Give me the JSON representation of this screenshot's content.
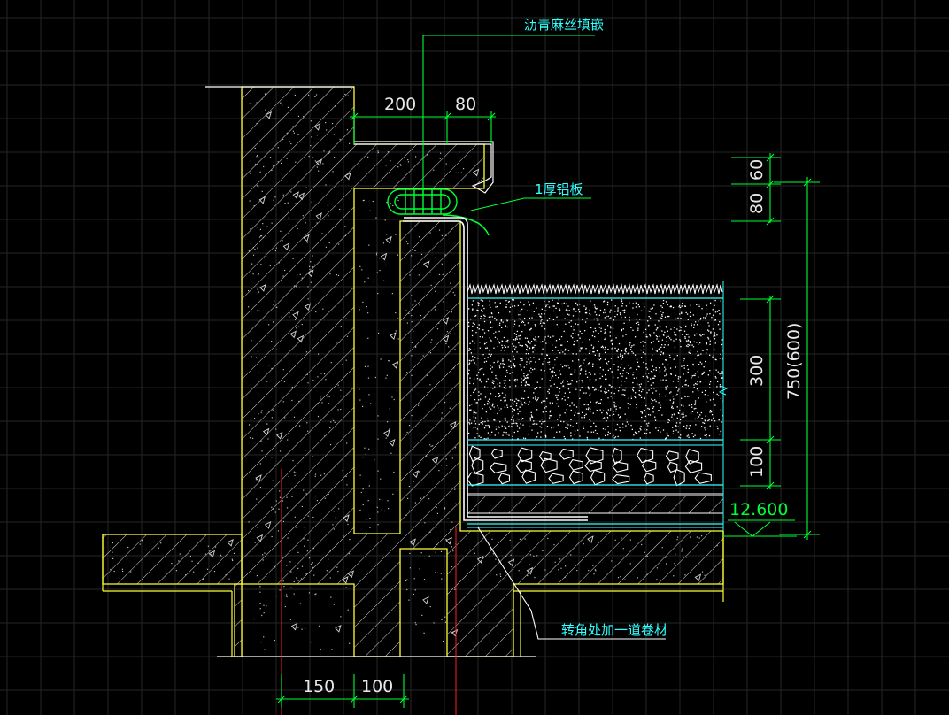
{
  "colors": {
    "background": "#000000",
    "grid": "#2a2a2a",
    "concrete_outline": "#ffff33",
    "dimension": "#00ff33",
    "annotation_text": "#33ffff",
    "leader": "#ffffff",
    "membrane": "#ffffff",
    "center_line": "#ff2020",
    "layer_line": "#33ffff"
  },
  "annotations": {
    "sealant": "沥青麻丝填嵌",
    "aluminum_plate": "1厚铝板",
    "corner_membrane": "转角处加一道卷材"
  },
  "dimensions": {
    "top_200": "200",
    "top_80": "80",
    "right_60": "60",
    "right_80": "80",
    "right_300": "300",
    "right_100": "100",
    "right_total": "750(600)",
    "elevation": "12.600",
    "bottom_150": "150",
    "bottom_100": "100"
  }
}
